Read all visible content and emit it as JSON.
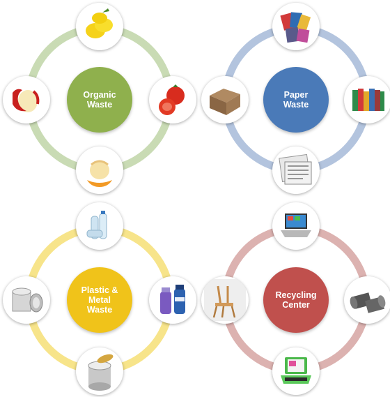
{
  "groups": [
    {
      "label": "Organic\nWaste",
      "ring_color": "#c9dbb4",
      "hub_color": "#8fb04d",
      "items": [
        "lemons-icon",
        "tomatoes-icon",
        "peeled-orange-icon",
        "apple-peel-icon"
      ]
    },
    {
      "label": "Paper\nWaste",
      "ring_color": "#b3c4de",
      "hub_color": "#4a7ab8",
      "items": [
        "magazines-icon",
        "books-icon",
        "newspaper-icon",
        "cardboard-icon"
      ]
    },
    {
      "label": "Plastic &\nMetal\nWaste",
      "ring_color": "#f7e48a",
      "hub_color": "#f0c31a",
      "items": [
        "plastic-bottles-icon",
        "water-bottles-icon",
        "tin-can-open-icon",
        "tin-can-icon"
      ]
    },
    {
      "label": "Recycling\nCenter",
      "ring_color": "#dcb2b0",
      "hub_color": "#c0504d",
      "items": [
        "laptop-icon",
        "felt-rolls-icon",
        "green-laptop-icon",
        "wooden-chair-icon"
      ]
    }
  ]
}
